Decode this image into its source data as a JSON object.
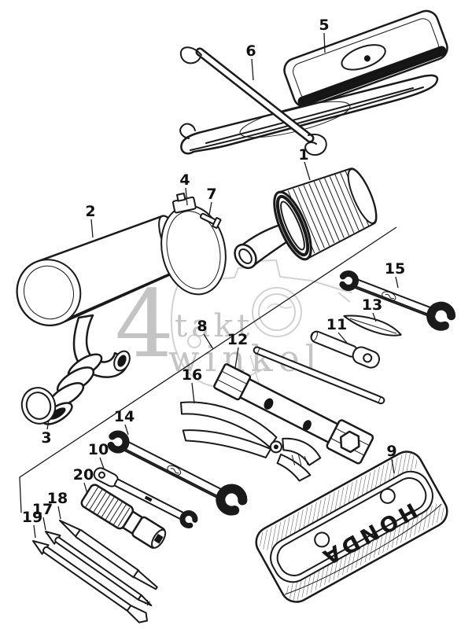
{
  "watermark": {
    "big": "4",
    "word1": "takt",
    "word2": "winkel"
  },
  "bag": {
    "brand": "HONDA"
  },
  "callouts": [
    "1",
    "2",
    "3",
    "4",
    "5",
    "6",
    "7",
    "8",
    "9",
    "10",
    "11",
    "12",
    "13",
    "14",
    "15",
    "16",
    "17",
    "18",
    "19",
    "20"
  ],
  "colors": {
    "ink": "#1a1a1a",
    "paper": "#ffffff",
    "watermark_text": "#c4c4c4",
    "watermark_drawing": "#d2d2d2"
  }
}
